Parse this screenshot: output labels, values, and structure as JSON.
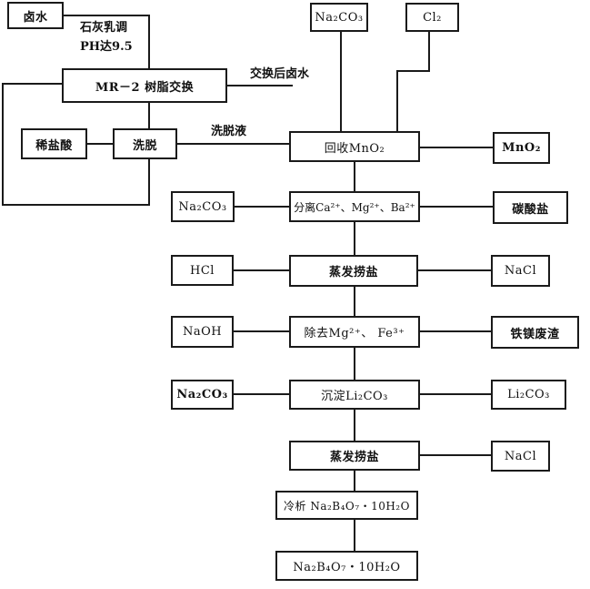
{
  "boxes": {
    "brine": "卤水",
    "resin_exchange": "MR－2 树脂交换",
    "dilute_hcl": "稀盐酸",
    "elution": "洗脱",
    "na2co3_top": "Na₂CO₃",
    "cl2": "Cl₂",
    "recover_mno2": "回收MnO₂",
    "mno2_out": "MnO₂",
    "separate": "分离Ca²⁺、Mg²⁺、Ba²⁺",
    "na2co3_sep": "Na₂CO₃",
    "carbonate_out": "碳酸盐",
    "evaporate_1": "蒸发捞盐",
    "hcl": "HCl",
    "nacl_1": "NaCl",
    "remove_mg_fe": "除去Mg²⁺、 Fe³⁺",
    "naoh": "NaOH",
    "fe_mg_residue": "铁镁废渣",
    "precipitate_li2co3": "沉淀Li₂CO₃",
    "na2co3_li": "Na₂CO₃",
    "li2co3_out": "Li₂CO₃",
    "evaporate_2": "蒸发捞盐",
    "nacl_2": "NaCl",
    "cold_crystallize": "冷析 Na₂B₄O₇・10H₂O",
    "borax_out": "Na₂B₄O₇・10H₂O"
  },
  "labels": {
    "lime_adjust_line1": "石灰乳调",
    "lime_adjust_line2": "PH达9.5",
    "exchanged_brine": "交换后卤水",
    "eluate": "洗脱液"
  }
}
